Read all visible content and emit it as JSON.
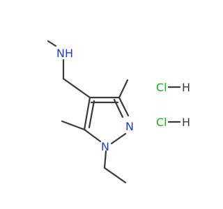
{
  "molecule": {
    "atoms": {
      "amine_N": "N",
      "amine_H": "H",
      "ring_N1": "N",
      "ring_N2": "N"
    },
    "salts": [
      {
        "cl": "Cl",
        "h": "H"
      },
      {
        "cl": "Cl",
        "h": "H"
      }
    ]
  },
  "colors": {
    "bond": "#3a3a3a",
    "nitrogen": "#1f3bd6",
    "chlorine": "#17b317"
  }
}
